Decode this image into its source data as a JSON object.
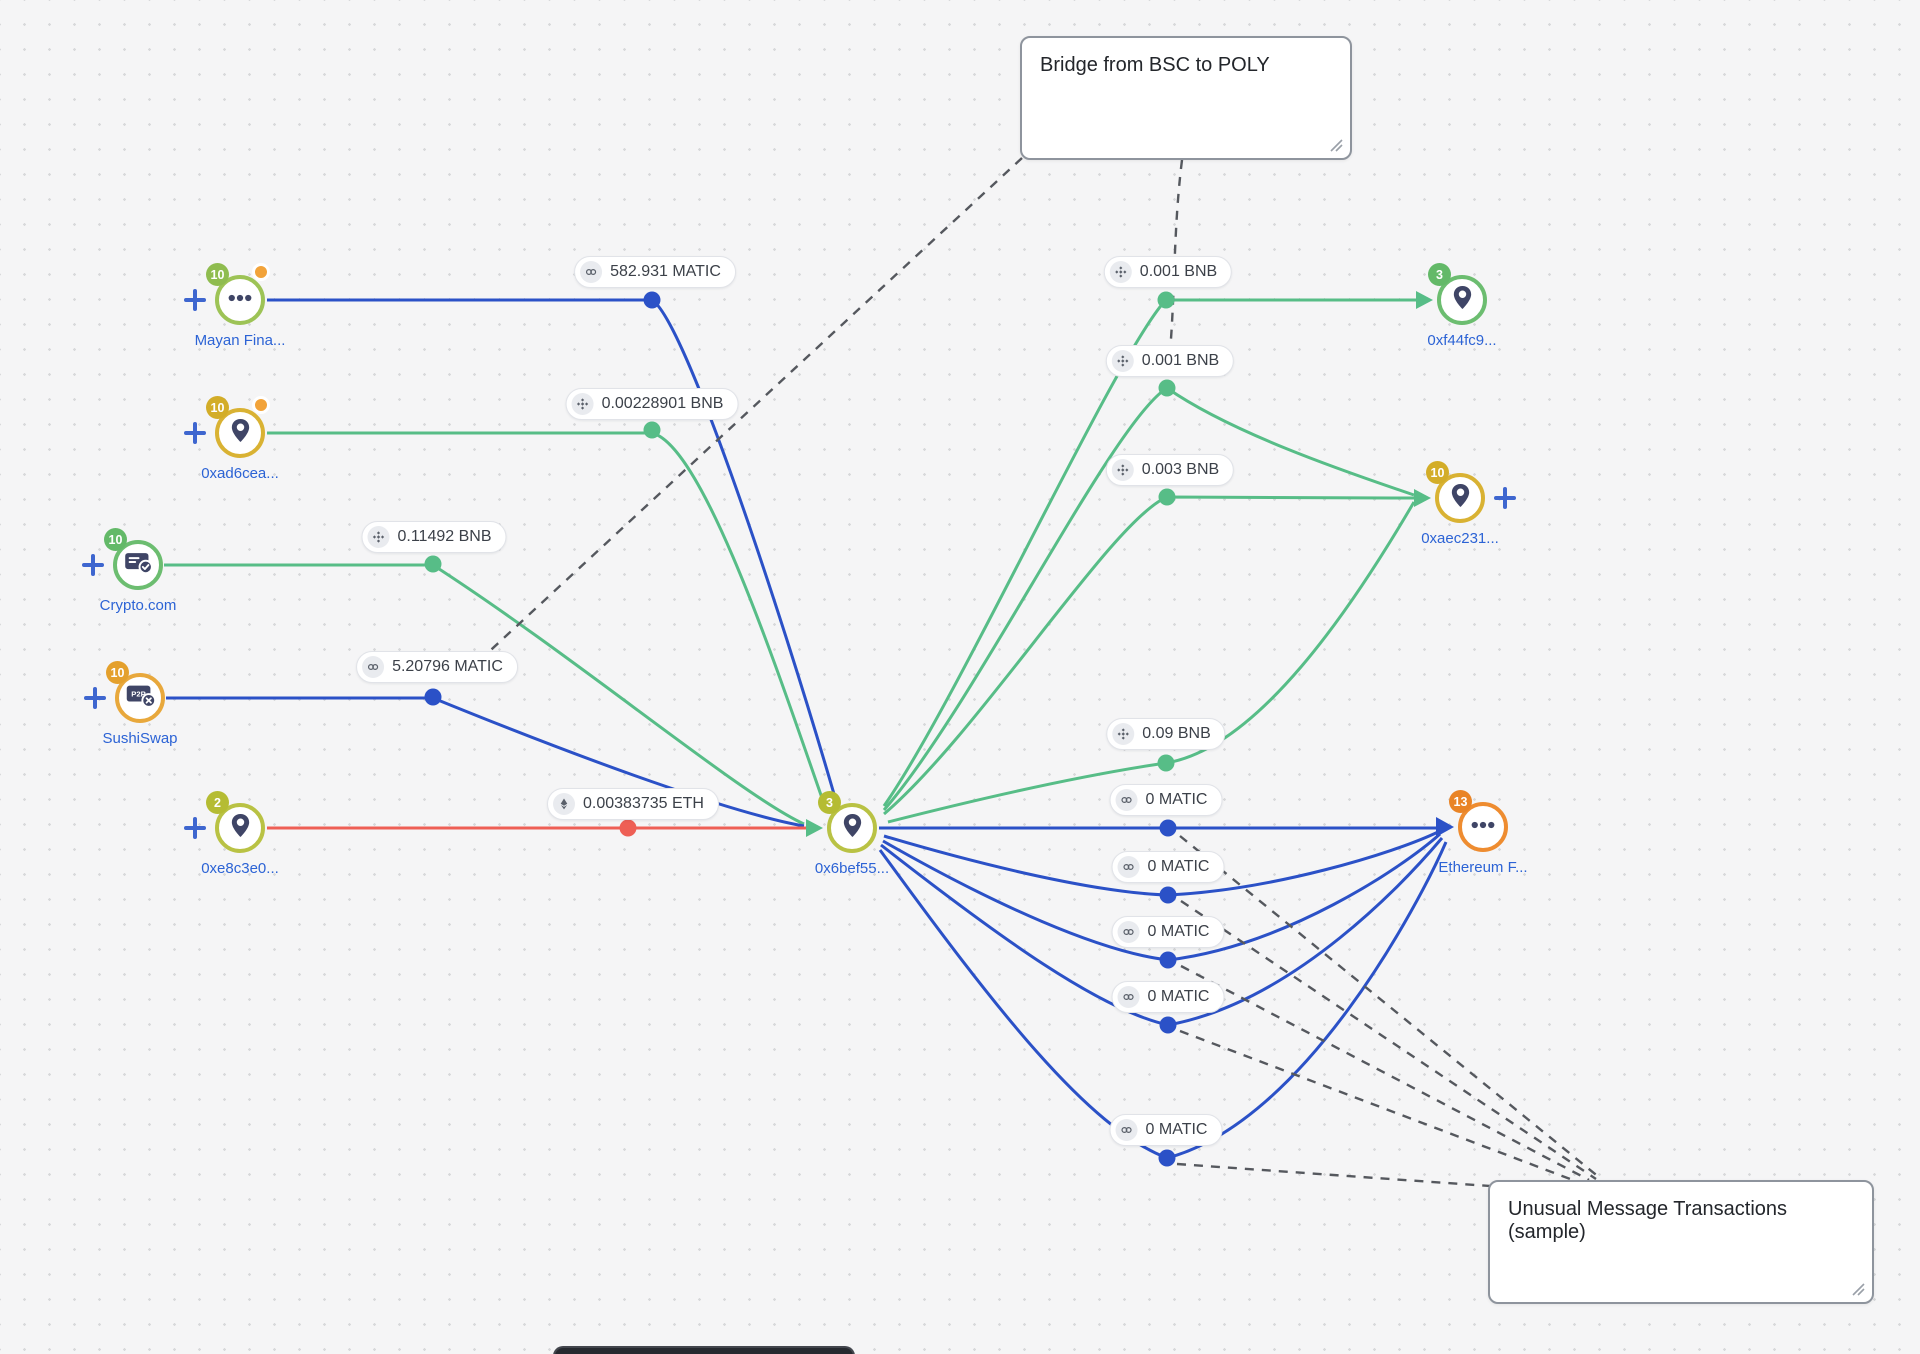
{
  "palette": {
    "blue": "#2b51c7",
    "green": "#57bd87",
    "red": "#ee5f55",
    "dash": "#55585e",
    "node_label": "#2c63d5",
    "plus": "#3e66cf",
    "alert_dot": "#f2a33a"
  },
  "annotations": [
    {
      "id": "bridge",
      "text": "Bridge from BSC to POLY"
    },
    {
      "id": "unusual",
      "text": "Unusual Message Transactions (sample)"
    }
  ],
  "nodes": [
    {
      "id": "mayan",
      "label": "Mayan Fina...",
      "badge": "10",
      "icon": "ellipsis-icon",
      "ring": "#9dc356",
      "badge_color": "#8fbc4f",
      "alert_dot": true,
      "plus": "left"
    },
    {
      "id": "adcea",
      "label": "0xad6cea...",
      "badge": "10",
      "icon": "pin-icon",
      "ring": "#d9b233",
      "badge_color": "#d3ad28",
      "alert_dot": true,
      "plus": "left"
    },
    {
      "id": "crypto",
      "label": "Crypto.com",
      "badge": "10",
      "icon": "exchange-icon",
      "ring": "#6cbd70",
      "badge_color": "#63b968",
      "alert_dot": false,
      "plus": "left"
    },
    {
      "id": "sushi",
      "label": "SushiSwap",
      "badge": "10",
      "icon": "p2p-icon",
      "ring": "#e8a83c",
      "badge_color": "#e4a02c",
      "alert_dot": false,
      "plus": "left"
    },
    {
      "id": "e8c3e0",
      "label": "0xe8c3e0...",
      "badge": "2",
      "icon": "pin-icon",
      "ring": "#b9c244",
      "badge_color": "#b5bc33",
      "alert_dot": false,
      "plus": "left"
    },
    {
      "id": "bef",
      "label": "0x6bef55...",
      "badge": "3",
      "icon": "pin-icon",
      "ring": "#b9c244",
      "badge_color": "#b5bc33",
      "alert_dot": false,
      "plus": null
    },
    {
      "id": "f44",
      "label": "0xf44fc9...",
      "badge": "3",
      "icon": "pin-icon",
      "ring": "#6cbd70",
      "badge_color": "#63b968",
      "alert_dot": false,
      "plus": null
    },
    {
      "id": "aec",
      "label": "0xaec231...",
      "badge": "10",
      "icon": "pin-icon",
      "ring": "#d9b233",
      "badge_color": "#d3ad28",
      "alert_dot": false,
      "plus": "right"
    },
    {
      "id": "ethf",
      "label": "Ethereum F...",
      "badge": "13",
      "icon": "ellipsis-icon",
      "ring": "#ee8c30",
      "badge_color": "#e98426",
      "alert_dot": false,
      "plus": null
    }
  ],
  "edges": [
    {
      "id": "mayan-bef",
      "amount": "582.931 MATIC",
      "asset": "matic-icon",
      "color": "blue"
    },
    {
      "id": "adcea-bef",
      "amount": "0.00228901 BNB",
      "asset": "bnb-icon",
      "color": "green"
    },
    {
      "id": "crypto-bef",
      "amount": "0.11492 BNB",
      "asset": "bnb-icon",
      "color": "green"
    },
    {
      "id": "sushi-bef",
      "amount": "5.20796 MATIC",
      "asset": "matic-icon",
      "color": "blue"
    },
    {
      "id": "e8c3e0-bef",
      "amount": "0.00383735 ETH",
      "asset": "eth-icon",
      "color": "red"
    },
    {
      "id": "bef-f44",
      "amount": "0.001 BNB",
      "asset": "bnb-icon",
      "color": "green"
    },
    {
      "id": "bef-aec-1",
      "amount": "0.001 BNB",
      "asset": "bnb-icon",
      "color": "green"
    },
    {
      "id": "bef-aec-2",
      "amount": "0.003 BNB",
      "asset": "bnb-icon",
      "color": "green"
    },
    {
      "id": "bef-aec-3",
      "amount": "0.09 BNB",
      "asset": "bnb-icon",
      "color": "green"
    },
    {
      "id": "bef-ethf-1",
      "amount": "0 MATIC",
      "asset": "matic-icon",
      "color": "blue"
    },
    {
      "id": "bef-ethf-2",
      "amount": "0 MATIC",
      "asset": "matic-icon",
      "color": "blue"
    },
    {
      "id": "bef-ethf-3",
      "amount": "0 MATIC",
      "asset": "matic-icon",
      "color": "blue"
    },
    {
      "id": "bef-ethf-4",
      "amount": "0 MATIC",
      "asset": "matic-icon",
      "color": "blue"
    },
    {
      "id": "bef-ethf-5",
      "amount": "0 MATIC",
      "asset": "matic-icon",
      "color": "blue"
    }
  ]
}
